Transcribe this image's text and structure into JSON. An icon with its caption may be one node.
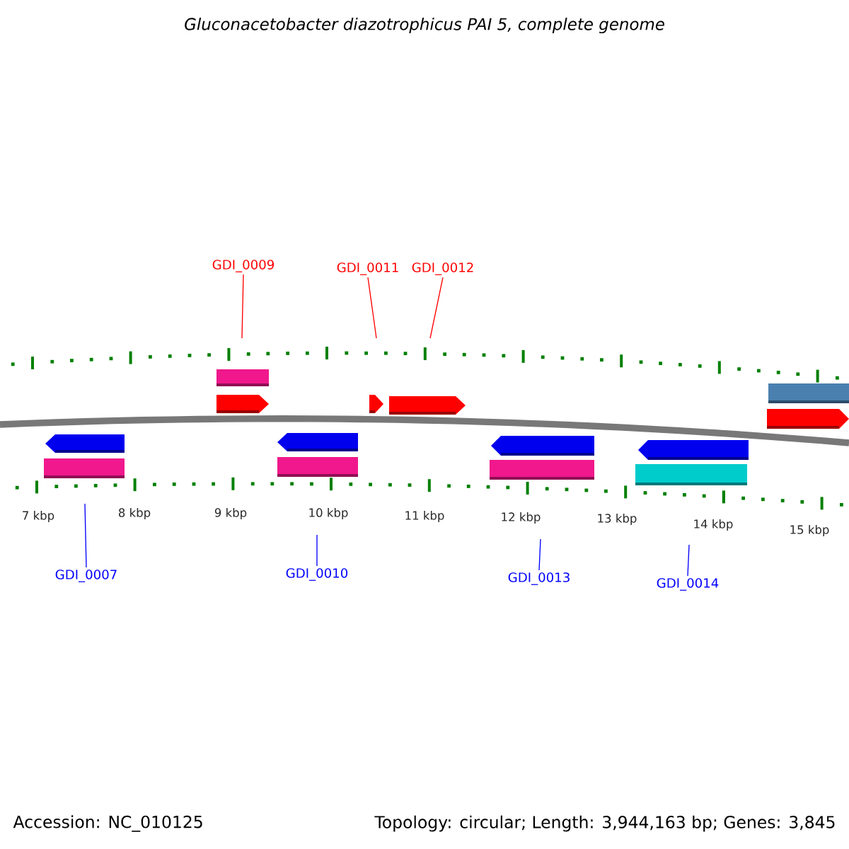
{
  "diagram": {
    "title": "Gluconacetobacter diazotrophicus PAI 5, complete genome",
    "nodes": [
      {
        "text": [
          "GDI_0009"
        ]
      },
      {
        "text": [
          "GDI_0011"
        ]
      },
      {
        "text": [
          "GDI_0012"
        ]
      },
      {
        "text": [
          "GDI_0007"
        ]
      },
      {
        "text": [
          "GDI_0010"
        ]
      },
      {
        "text": [
          "GDI_0013"
        ]
      },
      {
        "text": [
          "GDI_0014"
        ]
      }
    ],
    "edges": [
      {
        "from": 0,
        "to": null,
        "arrow": "none",
        "color": "#ff0000"
      },
      {
        "from": 1,
        "to": null,
        "arrow": "none",
        "color": "#ff0000"
      },
      {
        "from": 2,
        "to": null,
        "arrow": "none",
        "color": "#ff0000"
      },
      {
        "from": 3,
        "to": null,
        "arrow": "none",
        "color": "#0000ff"
      },
      {
        "from": 4,
        "to": null,
        "arrow": "none",
        "color": "#0000ff"
      },
      {
        "from": 5,
        "to": null,
        "arrow": "none",
        "color": "#0000ff"
      },
      {
        "from": 6,
        "to": null,
        "arrow": "none",
        "color": "#0000ff"
      }
    ],
    "labels": [
      "7 kbp",
      "8 kbp",
      "9 kbp",
      "10 kbp",
      "11 kbp",
      "12 kbp",
      "13 kbp",
      "14 kbp",
      "15 kbp",
      "Accession: NC_010125",
      "Topology: circular; Length: 3,944,163 bp; Genes: 3,845"
    ]
  }
}
